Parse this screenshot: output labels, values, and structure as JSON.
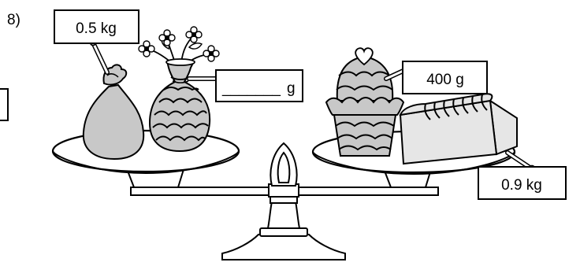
{
  "question_number": "8)",
  "tags": {
    "sack": "0.5 kg",
    "vase_blank": "_______",
    "vase_unit": "g",
    "cupcake": "400 g",
    "bread": "0.9 kg"
  },
  "colors": {
    "line": "#000000",
    "fill_gray": "#c8c8c8",
    "fill_light": "#e6e6e6",
    "background": "#ffffff"
  },
  "icons": [
    "flower-icon",
    "heart-icon",
    "sack-icon",
    "vase-icon",
    "cupcake-icon",
    "bread-loaf-icon",
    "balance-scale-icon"
  ]
}
